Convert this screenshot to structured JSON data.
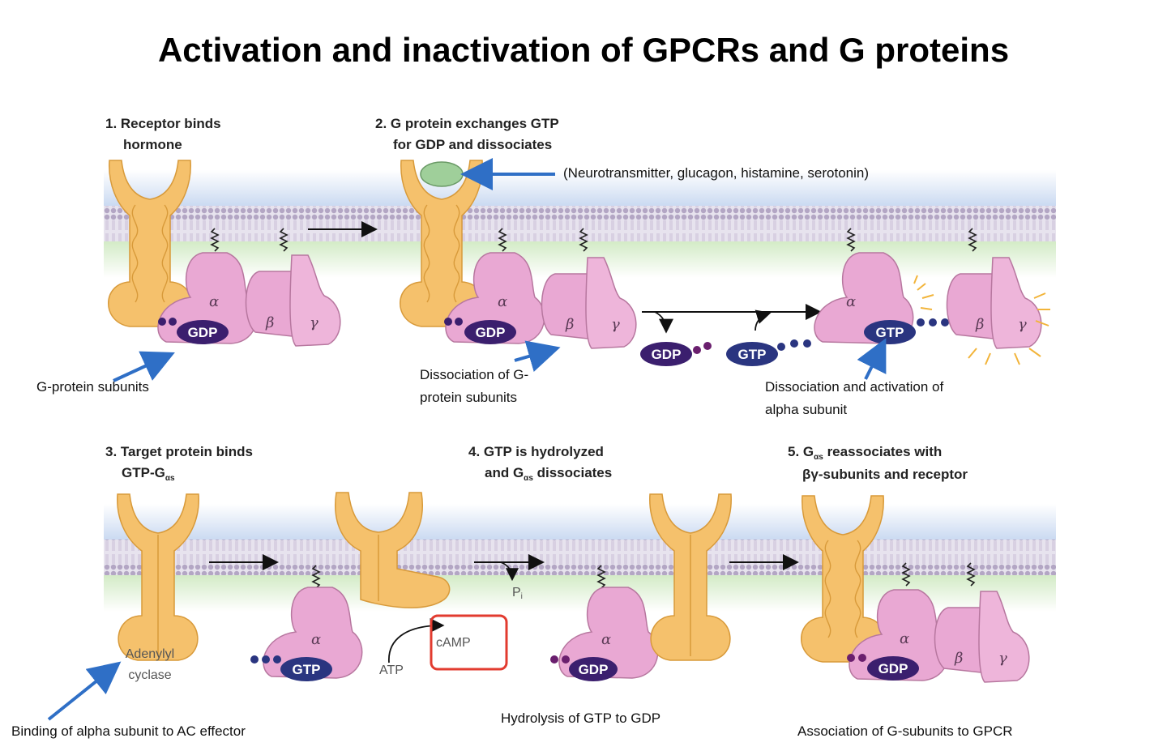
{
  "title": "Activation  and inactivation of GPCRs and G proteins",
  "steps": {
    "s1_line1": "1. Receptor binds",
    "s1_line2": "hormone",
    "s2_line1": "2. G protein exchanges GTP",
    "s2_line2": "for GDP and dissociates",
    "s3_line1": "3. Target protein binds",
    "s3_line2_pre": "GTP-G",
    "s3_line2_sub": "αs",
    "s4_line1": "4. GTP is hydrolyzed",
    "s4_line2_pre": "and G",
    "s4_line2_sub": "αs",
    "s4_line2_post": " dissociates",
    "s5_line1_pre": "5. G",
    "s5_line1_sub": "αs",
    "s5_line1_post": " reassociates with",
    "s5_line2": "βγ-subunits and receptor"
  },
  "annotations": {
    "ligands": "(Neurotransmitter, glucagon, histamine, serotonin)",
    "g_protein_subunits": "G-protein subunits",
    "dissociation_1": "Dissociation of G-",
    "dissociation_2": "protein subunits",
    "activation_1": "Dissociation and activation of",
    "activation_2": "alpha subunit",
    "binding_alpha": "Binding of alpha subunit to AC effector",
    "hydrolysis": "Hydrolysis of GTP to GDP",
    "association": "Association of G-subunits to GPCR",
    "adenylyl_1": "Adenylyl",
    "adenylyl_2": "cyclase"
  },
  "molecules": {
    "gdp": "GDP",
    "gtp": "GTP",
    "atp": "ATP",
    "camp": "cAMP",
    "pi": "P",
    "pi_sub": "i",
    "alpha": "α",
    "beta": "β",
    "gamma": "γ"
  },
  "colors": {
    "receptor": "#f5c16c",
    "receptor_stroke": "#d89a3a",
    "g_protein": "#e9a8d3",
    "g_protein_stroke": "#b7779f",
    "nucleotide": "#3b1f6e",
    "gtp_fill": "#2a3580",
    "arrow_blue": "#2f6fc6",
    "camp_box": "#e23b2f",
    "ligand": "#9fcf9a"
  }
}
